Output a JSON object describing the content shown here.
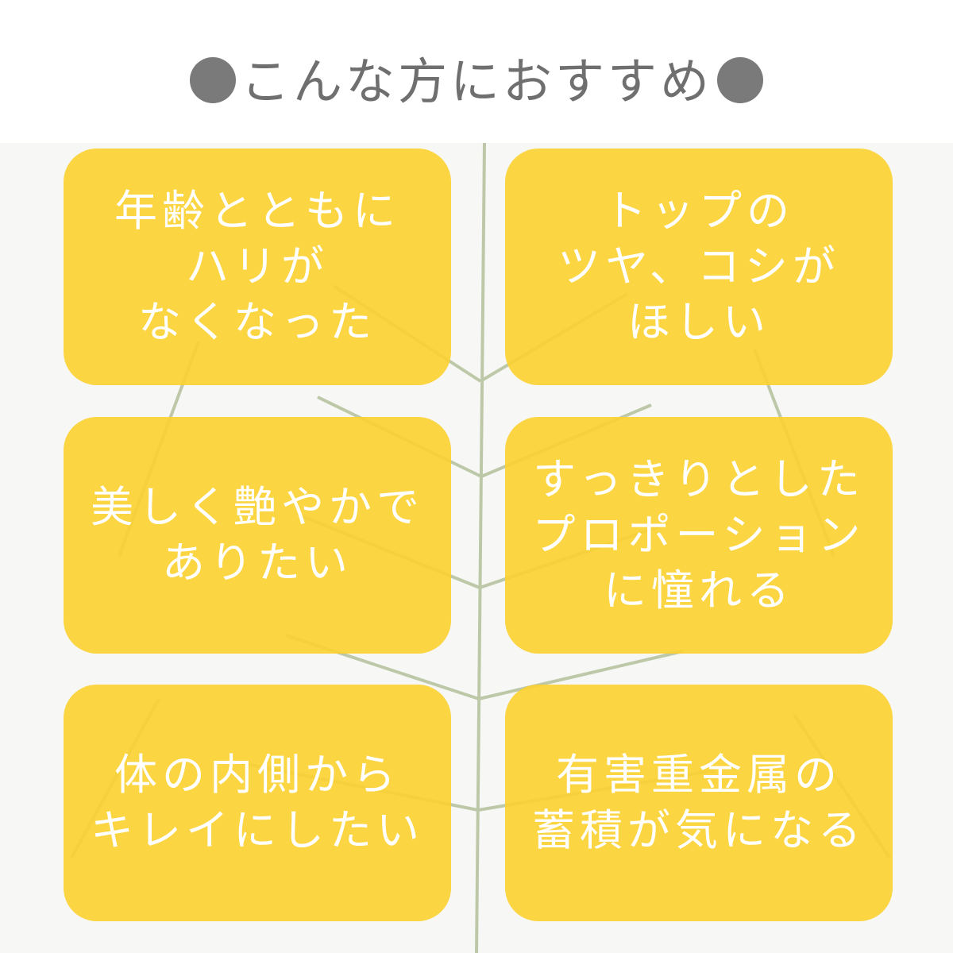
{
  "title": "こんな方におすすめ",
  "colors": {
    "card": "#FBD234",
    "title": "#6F6F6F",
    "text": "#FFFFFF"
  },
  "cards": [
    {
      "text": "年齢とともに\nハリが\nなくなった"
    },
    {
      "text": "トップの\nツヤ、コシが\nほしい"
    },
    {
      "text": "美しく艶やかで\nありたい"
    },
    {
      "text": "すっきりとした\nプロポーション\nに憧れる"
    },
    {
      "text": "体の内側から\nキレイにしたい"
    },
    {
      "text": "有害重金属の\n蓄積が気になる"
    }
  ]
}
